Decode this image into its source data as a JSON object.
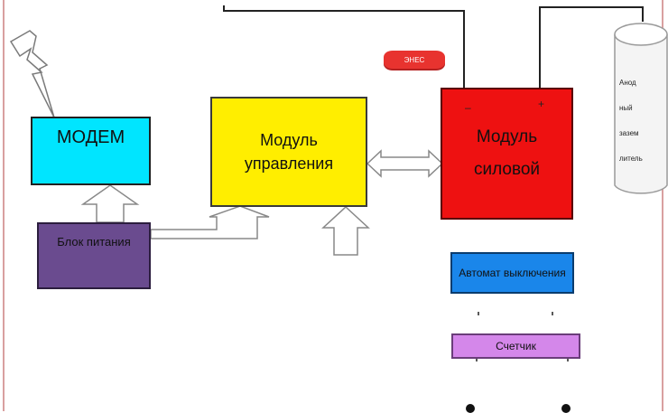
{
  "modem": {
    "label": "МОДЕМ"
  },
  "power_block": {
    "label": "Блок питания"
  },
  "control_module": {
    "label": "Модуль управления"
  },
  "power_module": {
    "label_line1": "Модуль",
    "label_line2": "силовой",
    "minus": "–",
    "plus": "+"
  },
  "breaker": {
    "label": "Автомат выключения"
  },
  "meter": {
    "label": "Счетчик"
  },
  "badge": {
    "label": "ЭНЕС"
  },
  "anode": {
    "line1": "Анод",
    "line2": "ный",
    "line3": "зазем",
    "line4": "литель"
  },
  "colors": {
    "modem": "#00e5ff",
    "power_block": "#6a4b8f",
    "control_module": "#ffee00",
    "power_module": "#ee1111",
    "breaker": "#1a86ea",
    "meter": "#d487ea",
    "badge": "#e8332f"
  },
  "icons": {
    "signal": "lightning-bolt-icon"
  }
}
